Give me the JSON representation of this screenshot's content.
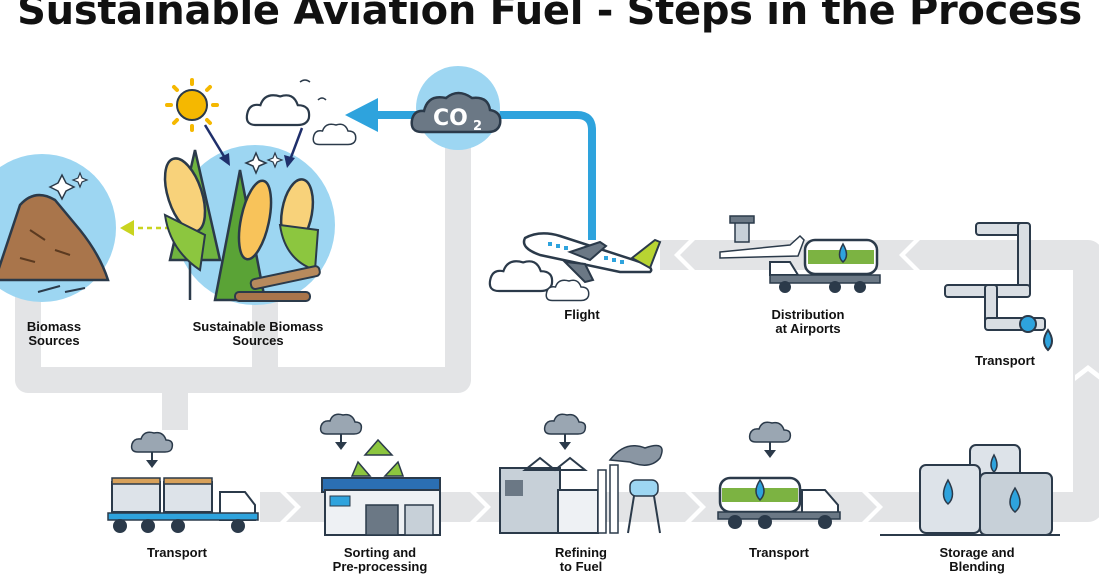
{
  "title": "Sustainable Aviation Fuel - Steps in the Process",
  "co2_label": "CO",
  "co2_sub": "2",
  "steps": {
    "biomass_sources": "Biomass Sources",
    "sustainable_biomass": "Sustainable Biomass\nSources",
    "flight": "Flight",
    "distribution": "Distribution\nat Airports",
    "transport_pipeline": "Transport",
    "transport_truck": "Transport",
    "sorting": "Sorting and\nPre-processing",
    "refining": "Refining\nto Fuel",
    "transport_tanker": "Transport",
    "storage": "Storage and\nBlending"
  },
  "colors": {
    "flow": "#e3e4e6",
    "accent_blue": "#2ea3dd",
    "light_blue": "#9dd6f2",
    "green": "#8cc63f",
    "yellow": "#f5b800",
    "dark": "#2b3a4a"
  }
}
